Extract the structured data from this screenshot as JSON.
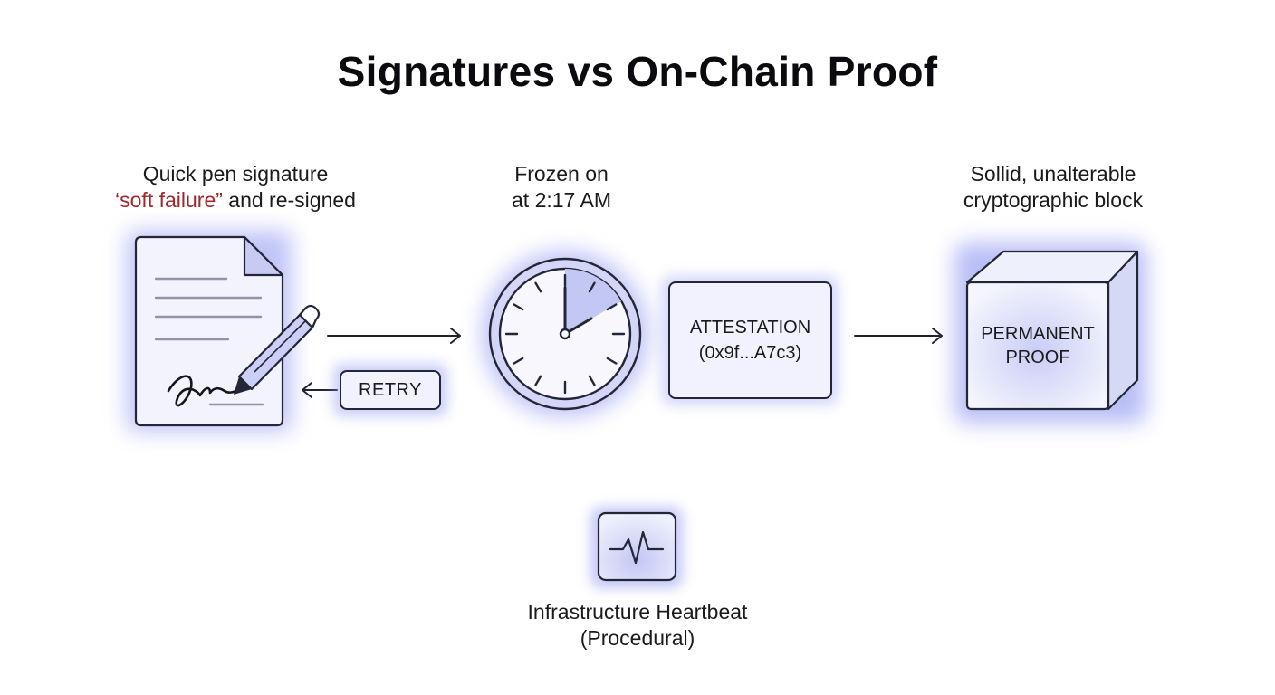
{
  "title": "Signatures  vs On-Chain Proof",
  "left": {
    "caption_line1": "Quick pen signature",
    "caption_line2_quoted": "‘soft failure”",
    "caption_line2_rest": " and re-signed",
    "retry_label": "RETRY",
    "document_icon": "signed-document-icon",
    "pen_icon": "pen-icon"
  },
  "middle": {
    "caption_line1": "Frozen on",
    "caption_line2": "at 2:17 AM",
    "clock_icon": "clock-icon",
    "attestation_line1": "ATTESTATION",
    "attestation_line2": "(0x9f...A7c3)"
  },
  "right": {
    "caption_line1": "Sollid, unalterable",
    "caption_line2": "cryptographic block",
    "block_line1": "PERMANENT",
    "block_line2": "PROOF",
    "cube_icon": "cube-icon"
  },
  "bottom": {
    "heartbeat_icon": "heartbeat-icon",
    "label_line1": "Infrastructure Heartbeat",
    "label_line2": "(Procedural)"
  },
  "colors": {
    "glow": "#8a93f0",
    "fill": "#eef0fc",
    "stroke": "#222636",
    "accent_red": "#a4262c"
  }
}
